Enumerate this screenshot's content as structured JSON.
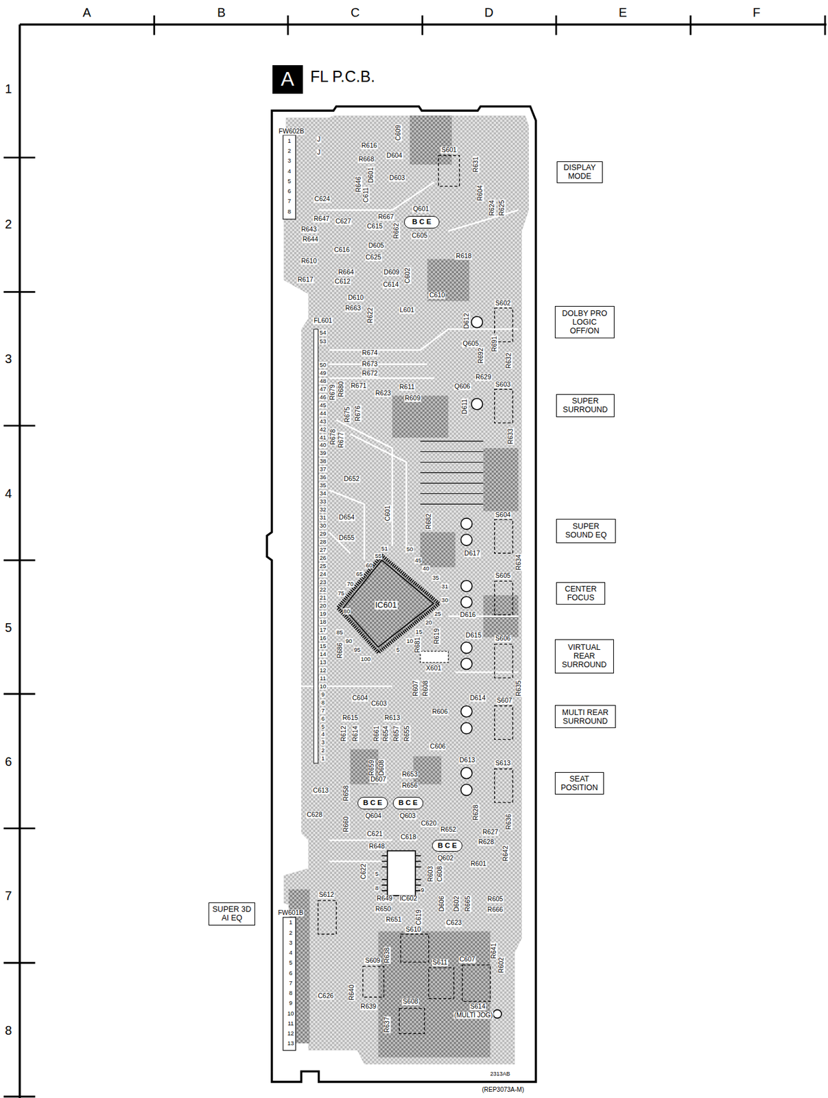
{
  "diagram": {
    "title": "FL P.C.B.",
    "nodes": [
      {
        "text": [
          "A"
        ]
      },
      {
        "text": [
          "DISPLAY MODE"
        ]
      },
      {
        "text": [
          "B C E"
        ]
      },
      {
        "text": [
          "DOLBY PRO LOGIC OFF/ON"
        ]
      },
      {
        "text": [
          "SUPER SURROUND"
        ]
      },
      {
        "text": [
          "SUPER SOUND EQ"
        ]
      },
      {
        "text": [
          "CENTER FOCUS"
        ]
      },
      {
        "text": [
          "VIRTUAL REAR SURROUND"
        ]
      },
      {
        "text": [
          "MULTI REAR SURROUND"
        ]
      },
      {
        "text": [
          "SEAT POSITION"
        ]
      },
      {
        "text": [
          "B C E"
        ]
      },
      {
        "text": [
          "B C E"
        ]
      },
      {
        "text": [
          "B C E"
        ]
      },
      {
        "text": [
          "SUPER 3D AI EQ"
        ]
      }
    ],
    "labels": [
      "A",
      "B",
      "C",
      "D",
      "E",
      "F",
      "1",
      "2",
      "3",
      "4",
      "5",
      "6",
      "7",
      "8",
      "1",
      "2",
      "3",
      "4",
      "5",
      "6",
      "7",
      "8",
      "54",
      "53",
      "50",
      "49",
      "48",
      "47",
      "46",
      "45",
      "44",
      "43",
      "42",
      "41",
      "40",
      "39",
      "38",
      "37",
      "36",
      "35",
      "34",
      "33",
      "32",
      "31",
      "30",
      "29",
      "28",
      "27",
      "26",
      "25",
      "24",
      "23",
      "22",
      "21",
      "20",
      "19",
      "18",
      "17",
      "16",
      "15",
      "14",
      "13",
      "12",
      "11",
      "10",
      "9",
      "8",
      "7",
      "6",
      "5",
      "4",
      "3",
      "2",
      "1",
      "1",
      "2",
      "3",
      "4",
      "5",
      "6",
      "7",
      "8",
      "9",
      "10",
      "11",
      "12",
      "13",
      "51",
      "50",
      "55",
      "45",
      "60",
      "40",
      "65",
      "35",
      "70",
      "31",
      "75",
      "30",
      "80",
      "25",
      "85",
      "20",
      "90",
      "15",
      "95",
      "10",
      "100",
      "5",
      "5",
      "8",
      "9",
      "FW602B",
      "J",
      "J",
      "R616",
      "C609",
      "D604",
      "S601",
      "R631",
      "R668",
      "D601",
      "D603",
      "R646",
      "C611",
      "R604",
      "R624",
      "R625",
      "C624",
      "R647",
      "C627",
      "Q601",
      "R667",
      "C615",
      "R662",
      "C605",
      "R643",
      "R644",
      "C616",
      "D605",
      "C625",
      "R618",
      "R610",
      "R664",
      "D609",
      "C602",
      "R617",
      "C612",
      "C614",
      "C610",
      "D610",
      "R663",
      "R622",
      "L601",
      "S602",
      "D612",
      "FL601",
      "Q605",
      "R691",
      "R632",
      "R674",
      "R673",
      "R672",
      "R692",
      "R629",
      "R671",
      "Q606",
      "S603",
      "R611",
      "R623",
      "R609",
      "D611",
      "R633",
      "R679",
      "R680",
      "R675",
      "R676",
      "R678",
      "R677",
      "D652",
      "C601",
      "R682",
      "S604",
      "D654",
      "D655",
      "D617",
      "R634",
      "S605",
      "D616",
      "R686",
      "R681",
      "R619",
      "S606",
      "D615",
      "X601",
      "R635",
      "R607",
      "R608",
      "C604",
      "C603",
      "D614",
      "S607",
      "R606",
      "R615",
      "R613",
      "R612",
      "R614",
      "R661",
      "R654",
      "R657",
      "R655",
      "C606",
      "D613",
      "S613",
      "R659",
      "D608",
      "R653",
      "D607",
      "R656",
      "R658",
      "C613",
      "Q604",
      "Q603",
      "C620",
      "R628",
      "R636",
      "C628",
      "R660",
      "C621",
      "C618",
      "R652",
      "R627",
      "R628",
      "Q602",
      "R648",
      "R601",
      "R642",
      "C622",
      "R603",
      "C608",
      "IC602",
      "R649",
      "D606",
      "D602",
      "R665",
      "R605",
      "R666",
      "R650",
      "S612",
      "FW601B",
      "R651",
      "C619",
      "C623",
      "S610",
      "R641",
      "C607",
      "S611",
      "S609",
      "R638",
      "R602",
      "R640",
      "C626",
      "S614",
      "(MULTI JOG)",
      "R639",
      "S608",
      "R637",
      "IC601",
      "2313AB",
      "(REP3073A-M)"
    ]
  }
}
